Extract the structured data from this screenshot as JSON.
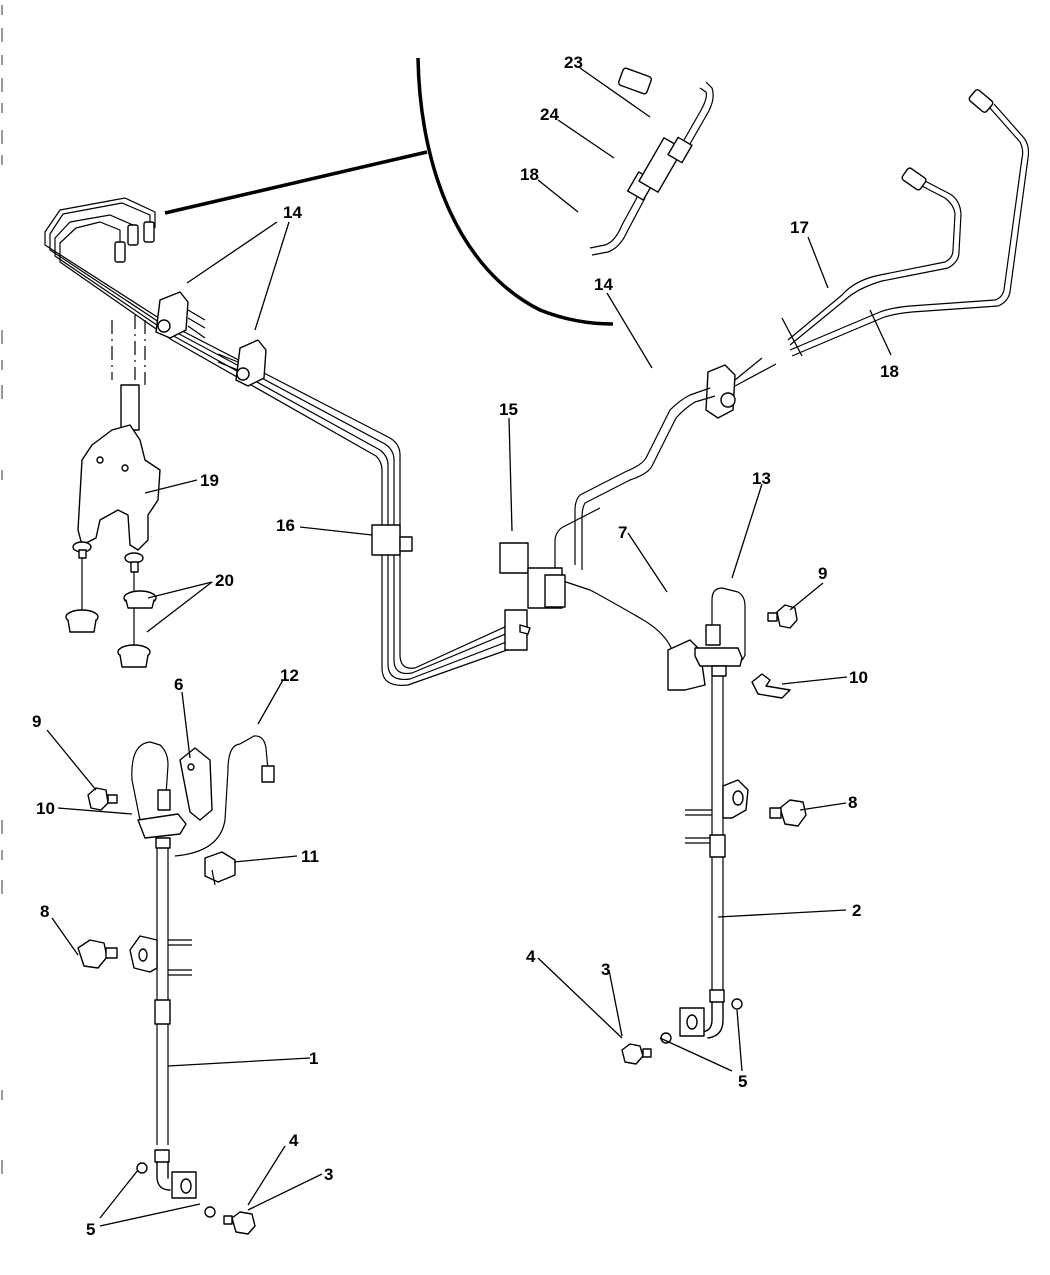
{
  "diagram": {
    "type": "exploded parts diagram",
    "subject": "brake lines assembly",
    "callouts": [
      {
        "id": "c-23",
        "label": "23"
      },
      {
        "id": "c-24",
        "label": "24"
      },
      {
        "id": "c-18a",
        "label": "18"
      },
      {
        "id": "c-14a",
        "label": "14"
      },
      {
        "id": "c-14b",
        "label": "14"
      },
      {
        "id": "c-17",
        "label": "17"
      },
      {
        "id": "c-18b",
        "label": "18"
      },
      {
        "id": "c-15",
        "label": "15"
      },
      {
        "id": "c-16",
        "label": "16"
      },
      {
        "id": "c-19",
        "label": "19"
      },
      {
        "id": "c-20",
        "label": "20"
      },
      {
        "id": "c-13",
        "label": "13"
      },
      {
        "id": "c-7",
        "label": "7"
      },
      {
        "id": "c-9a",
        "label": "9"
      },
      {
        "id": "c-10a",
        "label": "10"
      },
      {
        "id": "c-6",
        "label": "6"
      },
      {
        "id": "c-12",
        "label": "12"
      },
      {
        "id": "c-9b",
        "label": "9"
      },
      {
        "id": "c-10b",
        "label": "10"
      },
      {
        "id": "c-11",
        "label": "11"
      },
      {
        "id": "c-8a",
        "label": "8"
      },
      {
        "id": "c-8b",
        "label": "8"
      },
      {
        "id": "c-2",
        "label": "2"
      },
      {
        "id": "c-4a",
        "label": "4"
      },
      {
        "id": "c-3a",
        "label": "3"
      },
      {
        "id": "c-5a",
        "label": "5"
      },
      {
        "id": "c-1",
        "label": "1"
      },
      {
        "id": "c-4b",
        "label": "4"
      },
      {
        "id": "c-3b",
        "label": "3"
      },
      {
        "id": "c-5b",
        "label": "5"
      }
    ]
  }
}
